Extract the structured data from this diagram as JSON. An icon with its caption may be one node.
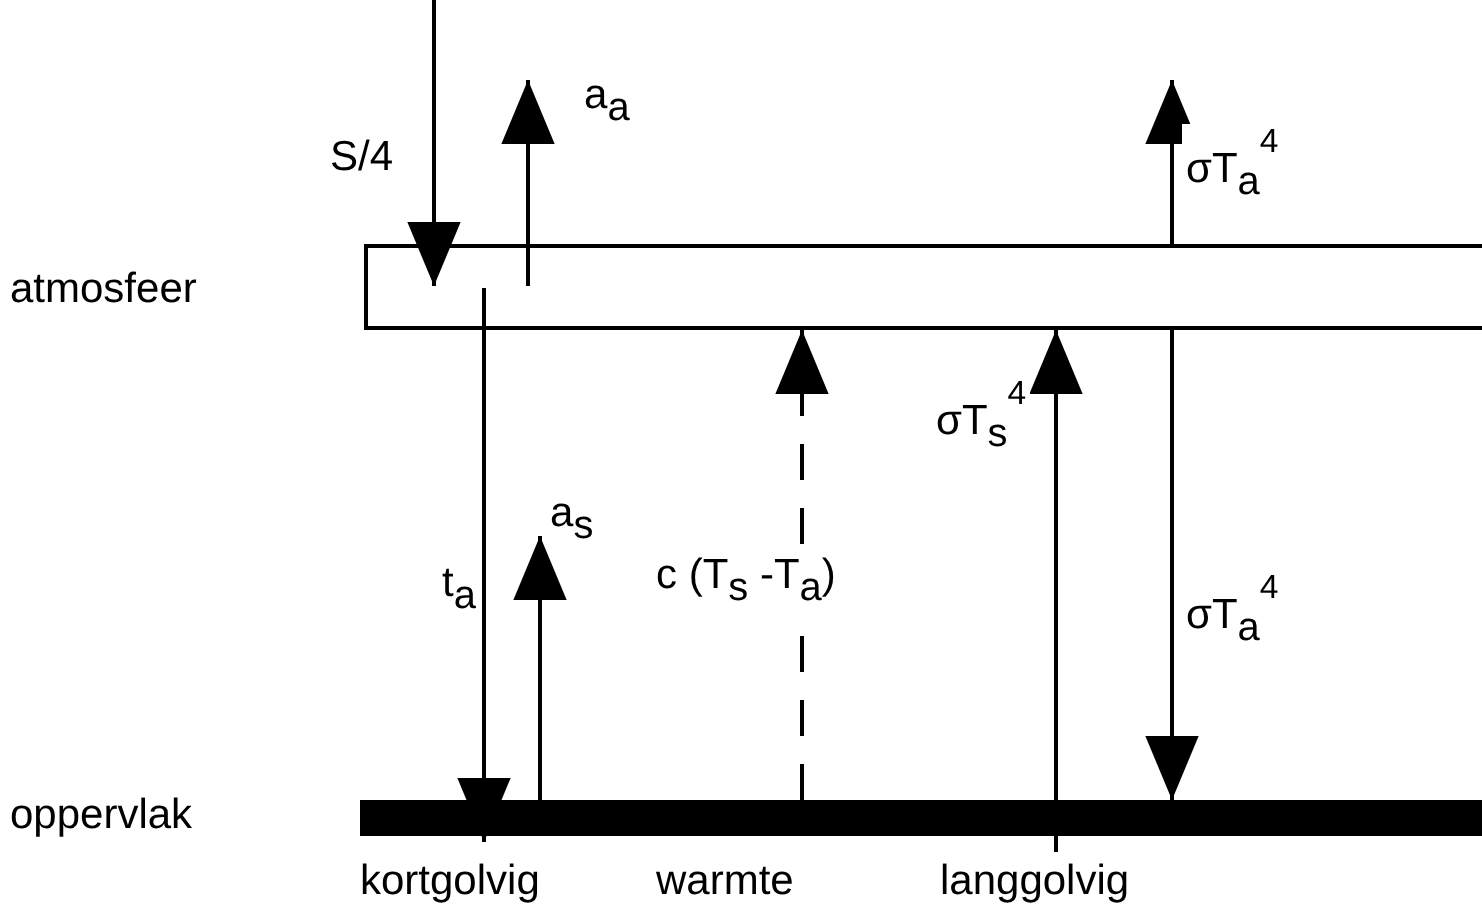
{
  "diagram": {
    "nodes": [
      {
        "text": [
          "atmosfeer"
        ]
      },
      {
        "text": [
          "oppervlak"
        ]
      }
    ],
    "edges": [
      {
        "from": null,
        "to": 0,
        "arrow": "to",
        "label": "S/4"
      },
      {
        "from": 0,
        "to": null,
        "arrow": "to",
        "label": "a$_{a}$"
      },
      {
        "from": 0,
        "to": 1,
        "arrow": "to",
        "label": "t$_{a}$"
      },
      {
        "from": 1,
        "to": null,
        "arrow": "to",
        "label": "a$_{s}$"
      },
      {
        "from": 1,
        "to": 0,
        "arrow": "to",
        "label": "c (T$_{s}$ -T$_{a}$)",
        "style": "dashed"
      },
      {
        "from": 1,
        "to": 0,
        "arrow": "to",
        "label": "σT$_{s}$$^{4}$"
      },
      {
        "from": 0,
        "to": null,
        "arrow": "to",
        "label": "σT$_{a}$$^{4}$"
      },
      {
        "from": 0,
        "to": 1,
        "arrow": "to",
        "label": "σT$_{a}$$^{4}$"
      }
    ],
    "labels": [
      "kortgolvig",
      "warmte",
      "langgolvig"
    ]
  }
}
